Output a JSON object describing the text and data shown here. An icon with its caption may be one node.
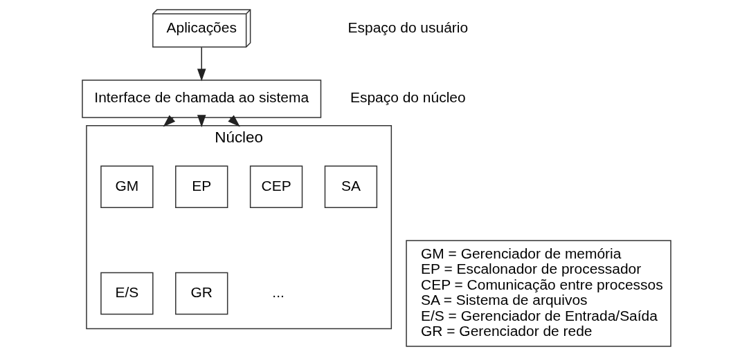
{
  "diagram": {
    "nodes": [
      {
        "text": [
          "Aplicações"
        ]
      },
      {
        "text": [
          "Interface de chamada ao sistema"
        ]
      },
      {
        "text": [
          "Núcleo"
        ]
      },
      {
        "text": [
          "GM"
        ],
        "in": 2
      },
      {
        "text": [
          "EP"
        ],
        "in": 2
      },
      {
        "text": [
          "CEP"
        ],
        "in": 2
      },
      {
        "text": [
          "SA"
        ],
        "in": 2
      },
      {
        "text": [
          "E/S"
        ],
        "in": 2
      },
      {
        "text": [
          "GR"
        ],
        "in": 2
      },
      {
        "text": [
          "GM = Gerenciador de memória",
          "EP = Escalonador de processador",
          "CEP = Comunicação entre processos",
          "SA = Sistema de arquivos",
          "E/S = Gerenciador de Entrada/Saída",
          "GR = Gerenciador de rede"
        ]
      }
    ],
    "edges": [
      {
        "from": 0,
        "to": 1,
        "arrow": "to"
      },
      {
        "from": 1,
        "to": 2,
        "arrow": "to"
      },
      {
        "from": 1,
        "to": 2,
        "arrow": "to"
      },
      {
        "from": 1,
        "to": 2,
        "arrow": "to"
      }
    ],
    "labels": [
      "Espaço do usuário",
      "Espaço do núcleo",
      "..."
    ]
  }
}
